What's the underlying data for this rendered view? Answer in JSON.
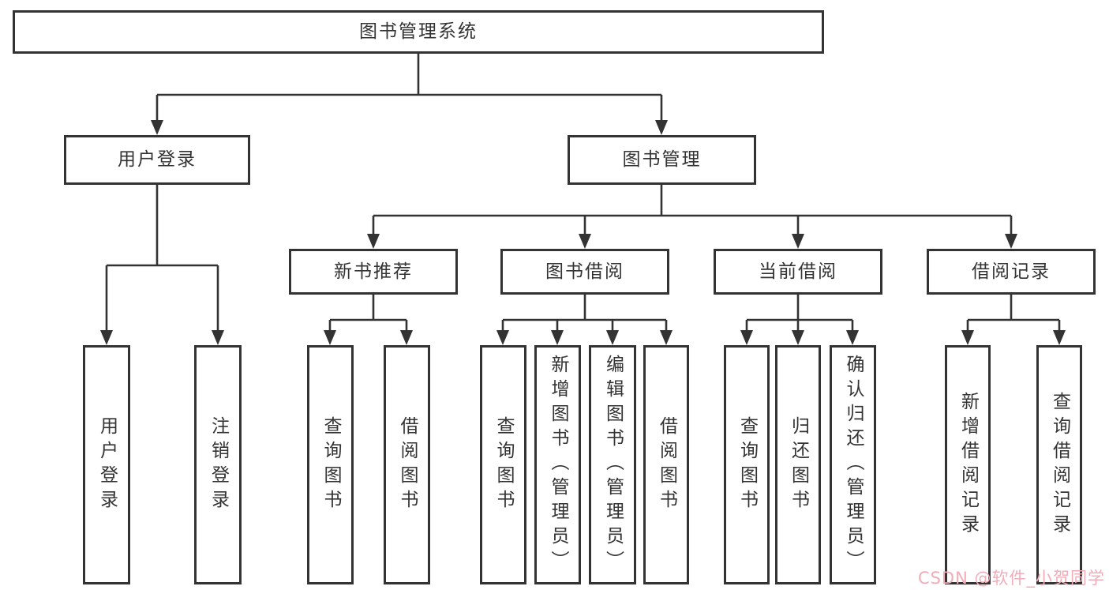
{
  "diagram_type": "hierarchy-tree",
  "colors": {
    "background": "#ffffff",
    "box_border": "#333333",
    "connector_line": "#333333",
    "text": "#333333",
    "watermark_text": "#f1acb8"
  },
  "tree": {
    "root": {
      "label": "图书管理系统"
    },
    "branches": [
      {
        "label": "用户登录",
        "children": [
          {
            "label": "用户登录"
          },
          {
            "label": "注销登录"
          }
        ]
      },
      {
        "label": "图书管理",
        "children": [
          {
            "label": "新书推荐",
            "children": [
              {
                "label": "查询图书"
              },
              {
                "label": "借阅图书"
              }
            ]
          },
          {
            "label": "图书借阅",
            "children": [
              {
                "label": "查询图书"
              },
              {
                "label": "新增图书（管理员）"
              },
              {
                "label": "编辑图书（管理员）"
              },
              {
                "label": "借阅图书"
              }
            ]
          },
          {
            "label": "当前借阅",
            "children": [
              {
                "label": "查询图书"
              },
              {
                "label": "归还图书"
              },
              {
                "label": "确认归还（管理员）"
              }
            ]
          },
          {
            "label": "借阅记录",
            "children": [
              {
                "label": "新增借阅记录"
              },
              {
                "label": "查询借阅记录"
              }
            ]
          }
        ]
      }
    ]
  },
  "watermark": {
    "text": "CSDN @软件_小贺同学"
  }
}
